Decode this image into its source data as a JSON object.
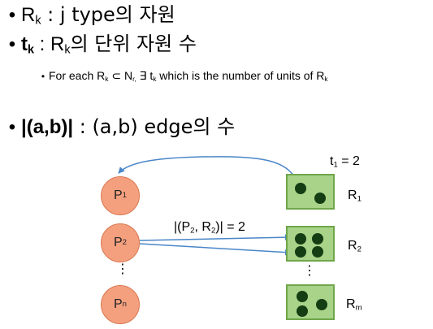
{
  "bullets": {
    "b1": {
      "mark": "•",
      "r": "R",
      "r_sub": "k",
      "rest": " : j type의 자원"
    },
    "b2": {
      "mark": "•",
      "t": "t",
      "t_sub": "k",
      "colon": " : R",
      "r_sub": "k",
      "rest": "의 단위 자원 수"
    },
    "b2_sub": {
      "mark": "•",
      "pre": "For each R",
      "r_sub": "k",
      "mid1": " ⊂ N",
      "n_sub": "r,",
      "mid2": " ∃ t",
      "t_sub": "k",
      "rest": " which is the number of units of R",
      "r_sub2": "k"
    },
    "b3": {
      "mark": "•",
      "abs": "|(a,b)|",
      "rest": " : (a,b) edge의 수"
    }
  },
  "diagram": {
    "processes": [
      {
        "base": "P",
        "sub": "1"
      },
      {
        "base": "P",
        "sub": "2"
      },
      {
        "base": "P",
        "sub": "n"
      }
    ],
    "resources": [
      {
        "base": "R",
        "sub": "1",
        "units": 2
      },
      {
        "base": "R",
        "sub": "2",
        "units": 4
      },
      {
        "base": "R",
        "sub": "m",
        "units": 3
      }
    ],
    "t1_label": {
      "base": "t",
      "sub": "1",
      "rest": " = 2"
    },
    "edge_label": {
      "pre": "|(P",
      "sub1": "2",
      "mid": ", R",
      "sub2": "2",
      "rest": ")| = 2"
    },
    "vdots": "⋮",
    "colors": {
      "process_fill": "#f4a07f",
      "resource_fill": "#a9d389",
      "unit": "#143d14",
      "edge": "#4a86c8"
    }
  }
}
